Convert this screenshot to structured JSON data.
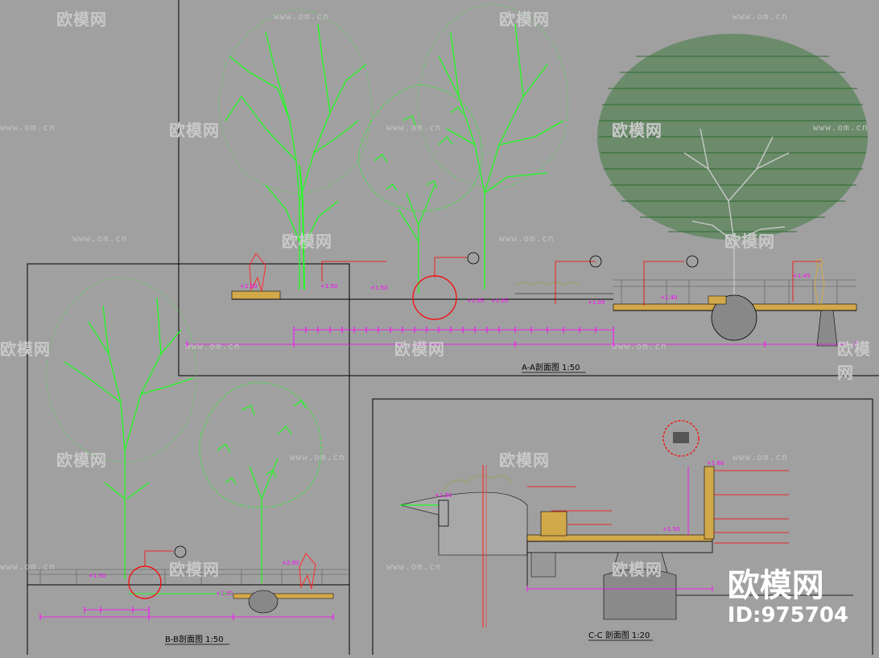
{
  "drawing": {
    "colors": {
      "background": "#a0a0a0",
      "tree_green": "#22ff22",
      "annotation": "#ff00ff",
      "leader": "#ff0000",
      "frame": "#000000",
      "ground": "#d2a94a",
      "dim": "#ff00ff"
    },
    "sections": [
      {
        "id": "A-A",
        "title": "A-A剖面图",
        "scale": "1:50"
      },
      {
        "id": "B-B",
        "title": "B-B剖面图",
        "scale": "1:50"
      },
      {
        "id": "C-C",
        "title": "C-C 剖面图",
        "scale": "1:20"
      }
    ]
  },
  "watermark": {
    "text": "欧模网",
    "url": "www.om.cn"
  },
  "brand": {
    "name": "欧模网",
    "id": "ID:975704"
  }
}
